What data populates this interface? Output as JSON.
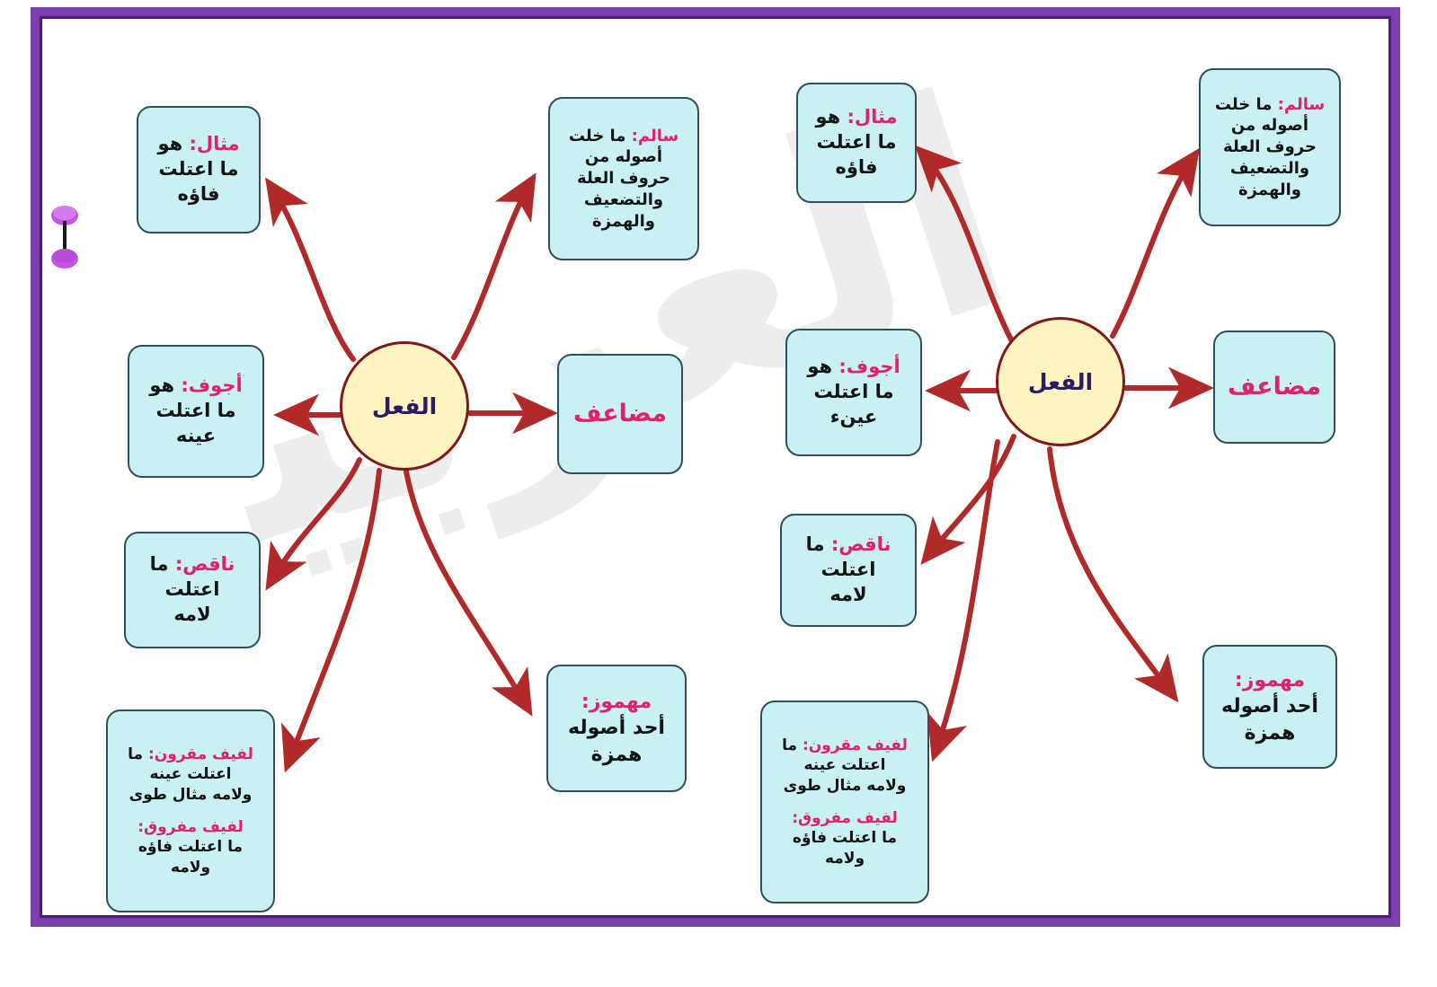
{
  "page": {
    "title": "خريطة ذهنية: أقسام الفعل",
    "border_color_outer": "#7b3fb0",
    "border_color_inner": "#4b1f73",
    "background": "#ffffff",
    "watermark_text": "العربية"
  },
  "decoration": {
    "hourglass_icon": "hourglass-icon",
    "hourglass_color": "#b03ad6"
  },
  "palette": {
    "node_fill": "#c9f0f2",
    "node_border": "#2f4f5a",
    "center_fill": "#fdf4bf",
    "center_border": "#7e1a1a",
    "arrow_color": "#b12a2a",
    "heading_color": "#e2216b",
    "body_color": "#141414",
    "center_text_color": "#2b1b66"
  },
  "maps": [
    {
      "id": "left-map",
      "center": {
        "label": "الفعل"
      },
      "nodes": [
        {
          "id": "mithal",
          "blocks": [
            {
              "heading": "مثال:",
              "lines": [
                "هو",
                "ما اعتلت",
                "فاؤه"
              ]
            }
          ]
        },
        {
          "id": "salim",
          "blocks": [
            {
              "heading": "سالم:",
              "lines": [
                "ما خلت",
                "أصوله من",
                "حروف العلة",
                "والتضعيف",
                "والهمزة"
              ]
            }
          ]
        },
        {
          "id": "ajwaf",
          "blocks": [
            {
              "heading": "أجوف:",
              "lines": [
                "هو",
                "ما اعتلت",
                "عينه"
              ]
            }
          ]
        },
        {
          "id": "mudaaf",
          "blocks": [
            {
              "heading": "مضاعف",
              "lines": []
            }
          ]
        },
        {
          "id": "naqis",
          "blocks": [
            {
              "heading": "ناقص:",
              "lines": [
                "ما",
                "اعتلت",
                "لامه"
              ]
            }
          ]
        },
        {
          "id": "mahmuz",
          "blocks": [
            {
              "heading": "مهموز:",
              "lines": [
                "أحد أصوله",
                "همزة"
              ]
            }
          ]
        },
        {
          "id": "lafif",
          "blocks": [
            {
              "heading": "لفيف مقرون:",
              "lines": [
                "ما",
                "اعتلت عينه",
                "ولامه مثال طوى"
              ]
            },
            {
              "heading": "لفيف مفروق:",
              "lines": [
                "ما اعتلت فاؤه",
                "ولامه"
              ]
            }
          ]
        }
      ]
    },
    {
      "id": "right-map",
      "center": {
        "label": "الفعل"
      },
      "nodes": [
        {
          "id": "mithal",
          "blocks": [
            {
              "heading": "مثال:",
              "lines": [
                "هو",
                "ما اعتلت",
                "فاؤه"
              ]
            }
          ]
        },
        {
          "id": "salim",
          "blocks": [
            {
              "heading": "سالم:",
              "lines": [
                "ما خلت",
                "أصوله من",
                "حروف العلة",
                "والتضعيف",
                "والهمزة"
              ]
            }
          ]
        },
        {
          "id": "ajwaf",
          "blocks": [
            {
              "heading": "أجوف:",
              "lines": [
                "هو",
                "ما اعتلت",
                "عينء"
              ]
            }
          ]
        },
        {
          "id": "mudaaf",
          "blocks": [
            {
              "heading": "مضاعف",
              "lines": []
            }
          ]
        },
        {
          "id": "naqis",
          "blocks": [
            {
              "heading": "ناقص:",
              "lines": [
                "ما",
                "اعتلت",
                "لامه"
              ]
            }
          ]
        },
        {
          "id": "mahmuz",
          "blocks": [
            {
              "heading": "مهموز:",
              "lines": [
                "أحد أصوله",
                "همزة"
              ]
            }
          ]
        },
        {
          "id": "lafif",
          "blocks": [
            {
              "heading": "لفيف مقرون:",
              "lines": [
                "ما",
                "اعتلت عينه",
                "ولامه مثال طوى"
              ]
            },
            {
              "heading": "لفيف مفروق:",
              "lines": [
                "ما اعتلت فاؤه",
                "ولامه"
              ]
            }
          ]
        }
      ]
    }
  ]
}
